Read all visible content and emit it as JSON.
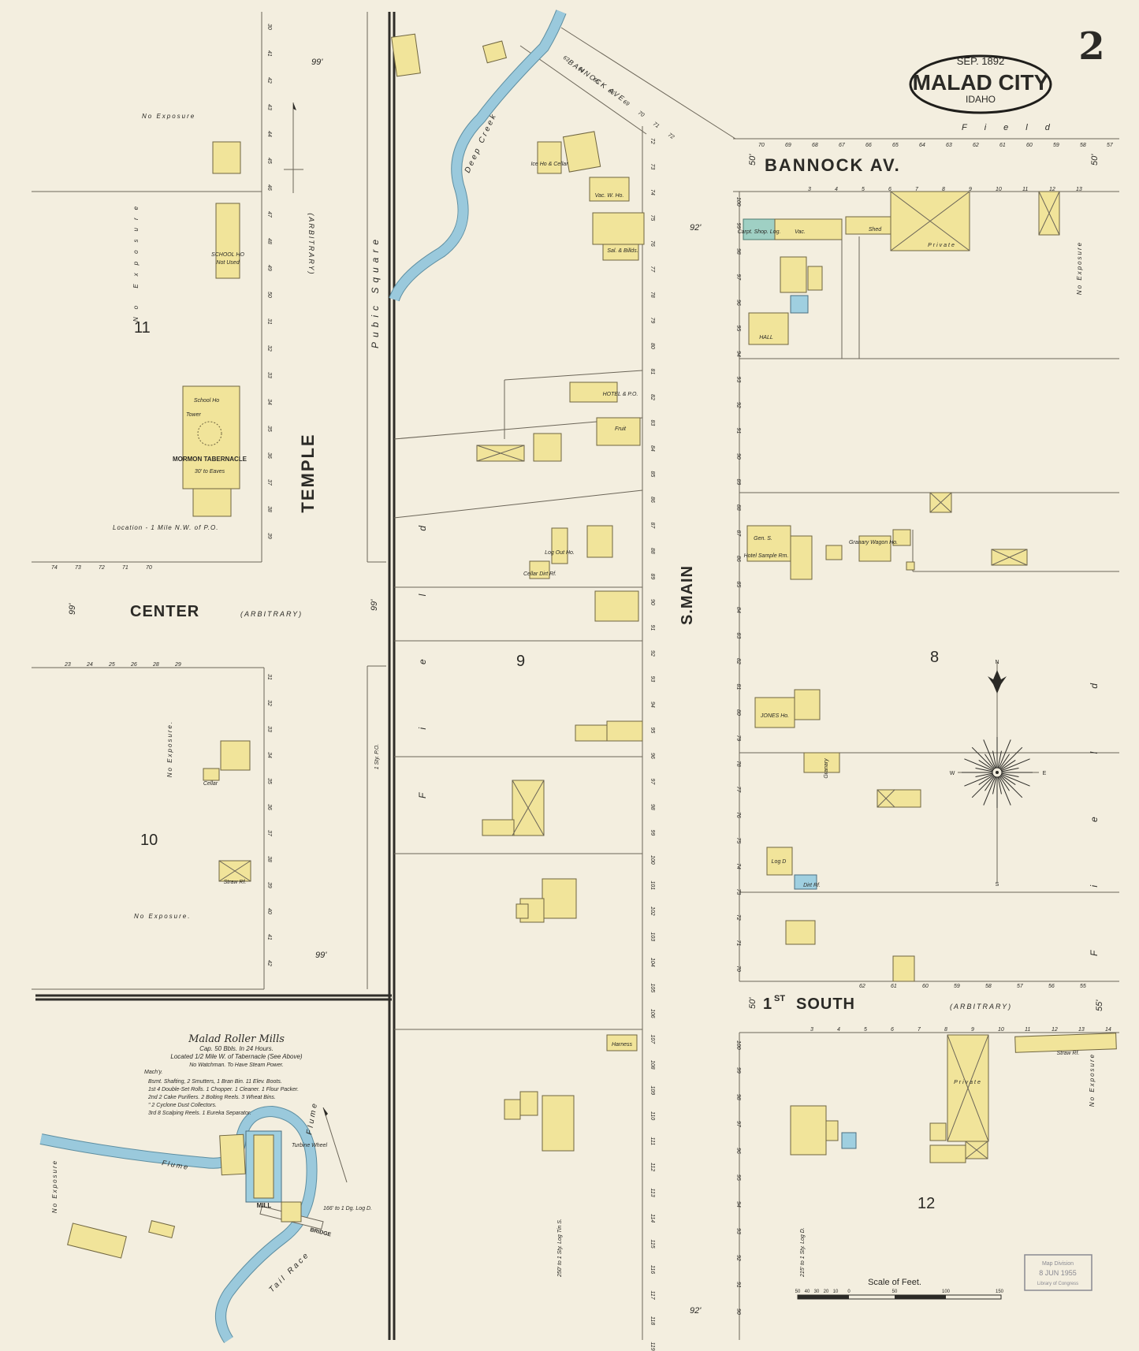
{
  "title": {
    "date": "SEP. 1892",
    "city": "MALAD CITY",
    "state": "IDAHO"
  },
  "sheet_number": "2",
  "streets": {
    "bannock_av": "BANNOCK   AV.",
    "bannock_ave_diag": "BANNOCK AVE.",
    "temple": "TEMPLE",
    "center": "CENTER",
    "center_note": "(ARBITRARY)",
    "s_main": "S.MAIN",
    "first_south_num": "1",
    "first_south_sup": "ST",
    "first_south_name": "SOUTH",
    "first_south_note": "(ARBITRARY)",
    "public_square": "Pubic Square",
    "arbitrary_vertical": "(ARBITRARY)"
  },
  "blocks": {
    "b11": "11",
    "b10": "10",
    "b9": "9",
    "b8": "8",
    "b12": "12"
  },
  "labels": {
    "no_exposure": "No   Exposure",
    "no_exposure_vert": "No   Exposure",
    "no_exposure_b10": "No   Exposure.",
    "no_exposure_b10_bottom": "No   Exposure.",
    "no_exposure_right": "No Exposure",
    "no_exposure_right2": "No Exposure",
    "no_exposure_mill": "No Exposure",
    "deep_creek": "Deep Creek",
    "field": "Field",
    "field_right": "Field",
    "field_top": "Field",
    "mormon_tabernacle": "MORMON TABERNACLE",
    "tabernacle_sub": "30' to Eaves",
    "school_ho_tab": "School Ho",
    "tower": "Tower",
    "location": "Location - 1 Mile N.W. of P.O.",
    "school_ho": "SCHOOL HO",
    "not_used": "Not Used",
    "ice_ho": "Ice Ho & Cellar",
    "vac_w_ho": "Vac. W. Ho.",
    "sal_billds": "Sal. & Billds.",
    "hotel_po": "HOTEL & P.O.",
    "fruit": "Fruit",
    "log_out_ho": "Log Out Ho.",
    "cellar_dirt": "Cellar Dirt Rf.",
    "hall": "HALL",
    "carpt_shop": "Carpt. Shop. Log.",
    "vac": "Vac.",
    "shed": "Shed",
    "private": "Private",
    "private_12": "Private",
    "gen_s": "Gen. S.",
    "hotel_sample": "Hotel Sample Rm.",
    "grocery_wagon": "Granary Wagon Ho.",
    "jones_ho": "JONES Ho.",
    "granary": "Granary",
    "log_d": "Log D",
    "harness": "Harness",
    "straw_rf": "Straw Rf.",
    "straw_rf_12": "Straw Rf.",
    "cellar": "Cellar",
    "dirt_rf": "Dirt Rf.",
    "mill": "MILL",
    "flume": "Flume",
    "tail_race": "Tail Race",
    "bridge": "BRIDGE",
    "turbine_wheel": "Turbine Wheel",
    "log_dist": "166' to 1 Dg. Log D.",
    "log_dist_b9": "250' to 1 Sty. Log Tin S.",
    "log_dist_b12": "215' to 1 Sty. Log D.",
    "one_sty_po": "1 Sty. P.O.",
    "stamp": "Map Division 8 JUN 1955 Library of Congress"
  },
  "mills": {
    "title": "Malad Roller Mills",
    "cap": "Cap. 50 Bbls. In 24 Hours.",
    "location": "Located 1/2 Mile W. of Tabernacle (See Above)",
    "watchman": "No Watchman. To Have Steam Power.",
    "mach_label": "Mach'y.",
    "lines": [
      "Bsmt. Shafting, 2 Smutters, 1 Bran Bin. 11 Elev. Boots.",
      "1st  4 Double-Set Rolls. 1 Chopper. 1 Cleaner. 1 Flour Packer.",
      "2nd  2 Cake Purifiers. 2 Bolting Reels. 3 Wheat Bins.",
      "\" 2 Cyclone Dust Collectors.",
      "3rd  8 Scalping Reels. 1 Eureka Separator."
    ]
  },
  "elevations": {
    "e99_top": "99'",
    "e99_center_l": "99'",
    "e99_center_r": "99'",
    "e99_b10": "99'",
    "e92_main": "92'",
    "e92_bottom": "92'",
    "e50_left": "50'",
    "e50_right": "50'",
    "e50_1st_l": "50'",
    "e55_1st_r": "55'"
  },
  "house_numbers": {
    "temple_col": [
      "30",
      "41",
      "42",
      "43",
      "44",
      "45",
      "46",
      "47",
      "48",
      "49",
      "50",
      "31",
      "32",
      "33",
      "34",
      "35",
      "36",
      "37",
      "38",
      "39"
    ],
    "center_top": [
      "74",
      "73",
      "72",
      "71",
      "70"
    ],
    "center_bottom": [
      "23",
      "24",
      "25",
      "26",
      "28",
      "29"
    ],
    "b10_col": [
      "31",
      "32",
      "33",
      "34",
      "35",
      "36",
      "37",
      "38",
      "39",
      "40",
      "41",
      "42"
    ],
    "bannock_top": [
      "70",
      "69",
      "68",
      "67",
      "66",
      "65",
      "64",
      "63",
      "62",
      "61",
      "60",
      "59",
      "58",
      "57"
    ],
    "bannock_bottom": [
      "3",
      "4",
      "5",
      "6",
      "7",
      "8",
      "9",
      "10",
      "11",
      "12",
      "13"
    ],
    "main_west": [
      "72",
      "73",
      "74",
      "75",
      "76",
      "77",
      "78",
      "79",
      "80",
      "81",
      "82",
      "83",
      "84",
      "85",
      "86",
      "87",
      "88",
      "89",
      "90",
      "91",
      "92",
      "93",
      "94",
      "95",
      "96",
      "97",
      "98",
      "99",
      "100",
      "101",
      "102",
      "103",
      "104",
      "105",
      "106",
      "107",
      "108",
      "109",
      "110",
      "111",
      "112",
      "113",
      "114",
      "115",
      "116",
      "117",
      "118",
      "119"
    ],
    "main_east": [
      "100",
      "99",
      "98",
      "97",
      "96",
      "95",
      "94",
      "93",
      "92",
      "91",
      "90",
      "89",
      "88",
      "87",
      "86",
      "85",
      "84",
      "83",
      "82",
      "81",
      "80",
      "79",
      "78",
      "77",
      "76",
      "75",
      "74",
      "73",
      "72",
      "71",
      "70"
    ],
    "first_south_top": [
      "62",
      "61",
      "60",
      "59",
      "58",
      "57",
      "56",
      "55"
    ],
    "first_south_bottom": [
      "3",
      "4",
      "5",
      "6",
      "7",
      "8",
      "9",
      "10",
      "11",
      "12",
      "13",
      "14"
    ],
    "b12_west": [
      "100",
      "99",
      "98",
      "97",
      "96",
      "95",
      "94",
      "93",
      "92",
      "91",
      "90"
    ],
    "bannock_diag": [
      "63",
      "64",
      "65",
      "66",
      "69",
      "70",
      "71",
      "72"
    ]
  },
  "compass": {
    "n": "N",
    "s": "S",
    "e": "E",
    "w": "W"
  },
  "scale": {
    "title": "Scale of Feet.",
    "ticks": [
      "50",
      "40",
      "30",
      "20",
      "10",
      "0",
      "50",
      "100",
      "150"
    ]
  },
  "colors": {
    "paper": "#f3eedf",
    "building_frame": "#f1e49a",
    "building_brick": "#9fcfe0",
    "building_stone": "#9fd0c4",
    "water": "#9ac9dc",
    "ink": "#2b2a26"
  }
}
